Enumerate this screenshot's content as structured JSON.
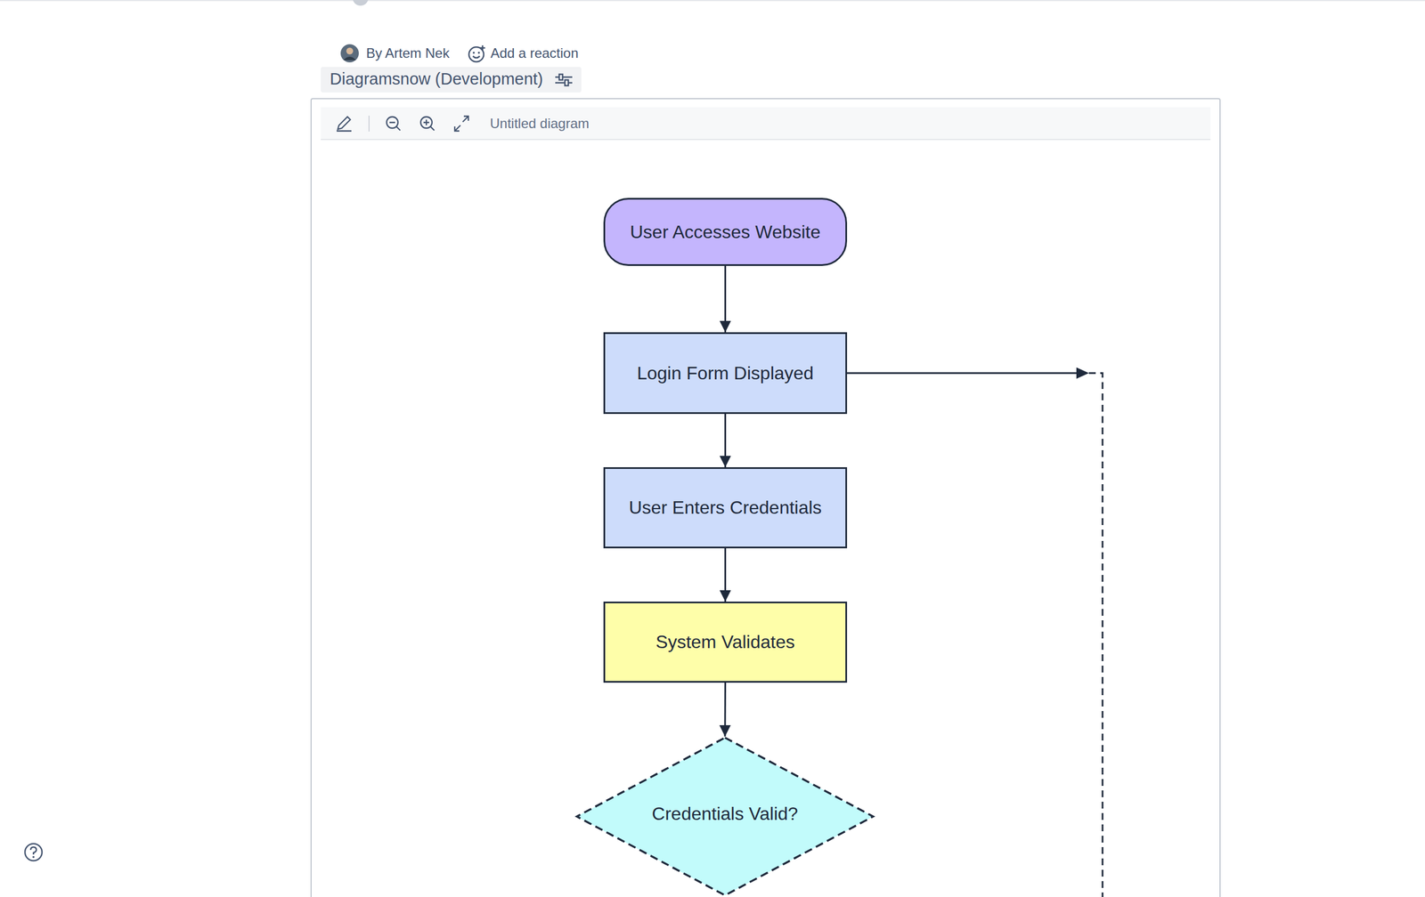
{
  "diagram": {
    "title": "Untitled diagram",
    "nodes": [
      {
        "text": [
          "User Accesses Website"
        ]
      },
      {
        "text": [
          "Login Form Displayed"
        ]
      },
      {
        "text": [
          "User Enters Credentials"
        ]
      },
      {
        "text": [
          "System Validates"
        ]
      },
      {
        "text": [
          "Credentials Valid?"
        ]
      }
    ],
    "edges": [
      {
        "from": 0,
        "to": 1,
        "arrow": "to"
      },
      {
        "from": 1,
        "to": 2,
        "arrow": "to"
      },
      {
        "from": 2,
        "to": 3,
        "arrow": "to"
      },
      {
        "from": 3,
        "to": 4,
        "arrow": "to"
      }
    ],
    "labels": [
      "By Artem Nek",
      "Add a reaction",
      "Diagramsnow (Development)"
    ]
  }
}
